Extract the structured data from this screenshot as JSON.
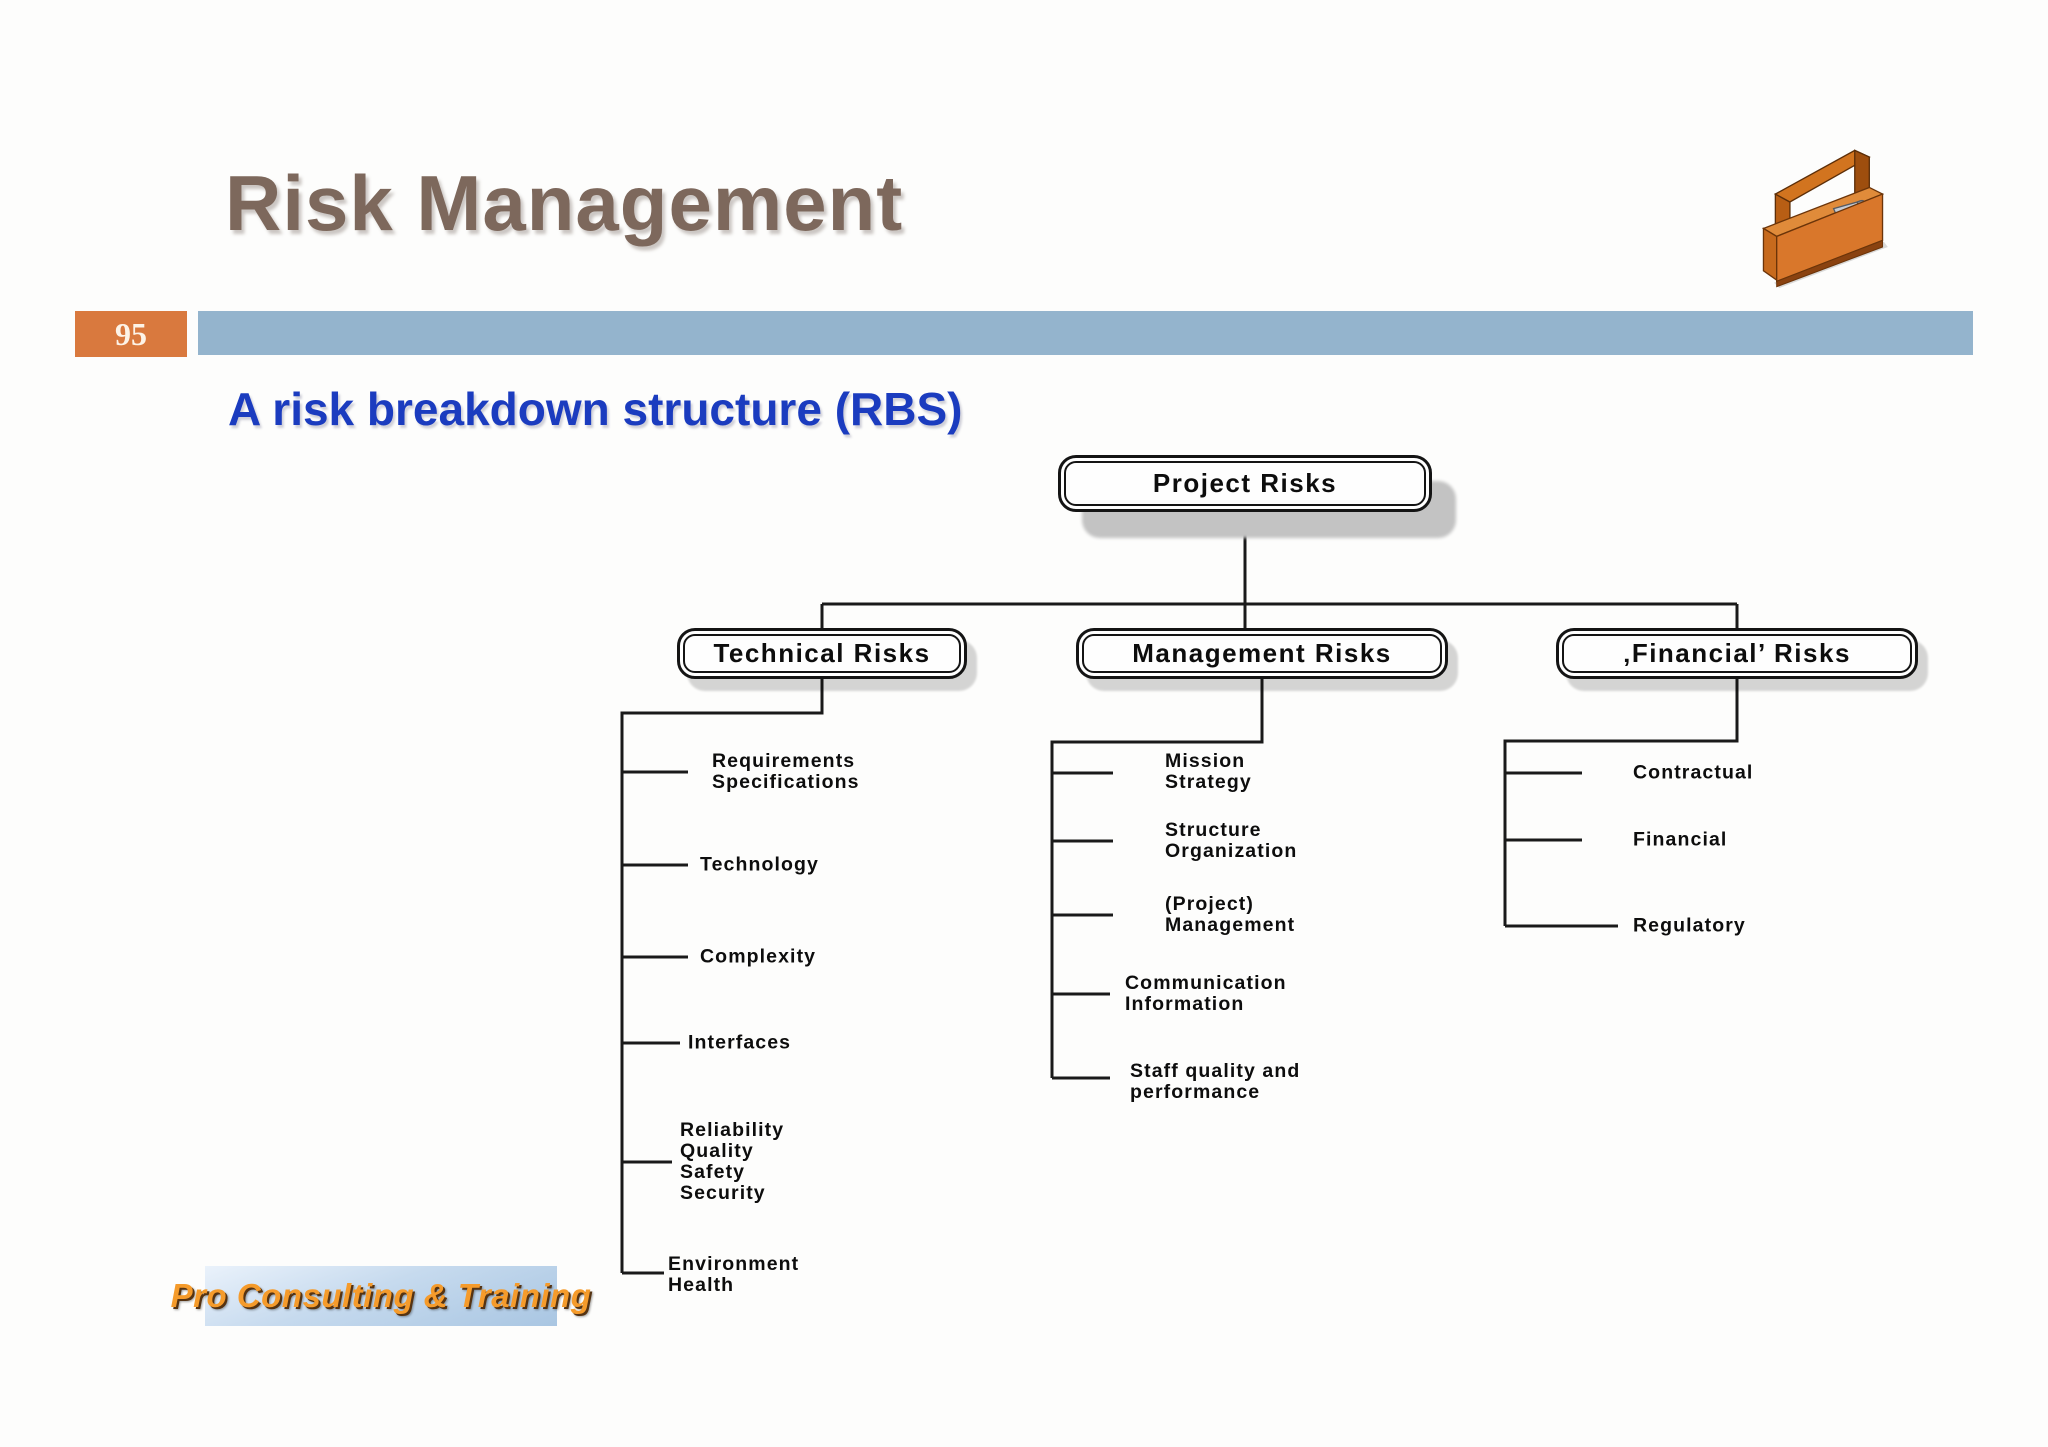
{
  "slide": {
    "page_number": "95",
    "title": "Risk Management",
    "subtitle": "A risk breakdown structure (RBS)",
    "footer_logo": "Pro Consulting & Training"
  },
  "colors": {
    "title_text": "#7d685c",
    "subtitle_text": "#1b3cbf",
    "page_badge": "#d9793e",
    "header_bar": "#94b4cd",
    "logo_text": "#f59b2b",
    "connector_line": "#1a1a1a"
  },
  "icons": {
    "header_icon": "toolbox-icon"
  },
  "diagram": {
    "root": "Project Risks",
    "branches": [
      {
        "label": "Technical Risks",
        "items": [
          "Requirements\nSpecifications",
          "Technology",
          "Complexity",
          "Interfaces",
          "Reliability\nQuality\nSafety\nSecurity",
          "Environment\nHealth"
        ]
      },
      {
        "label": "Management Risks",
        "items": [
          "Mission\nStrategy",
          "Structure\nOrganization",
          "(Project)\nManagement",
          "Communication\nInformation",
          "Staff quality and\nperformance"
        ]
      },
      {
        "label": "‚Financial’ Risks",
        "items": [
          "Contractual",
          "Financial",
          "Regulatory"
        ]
      }
    ]
  }
}
